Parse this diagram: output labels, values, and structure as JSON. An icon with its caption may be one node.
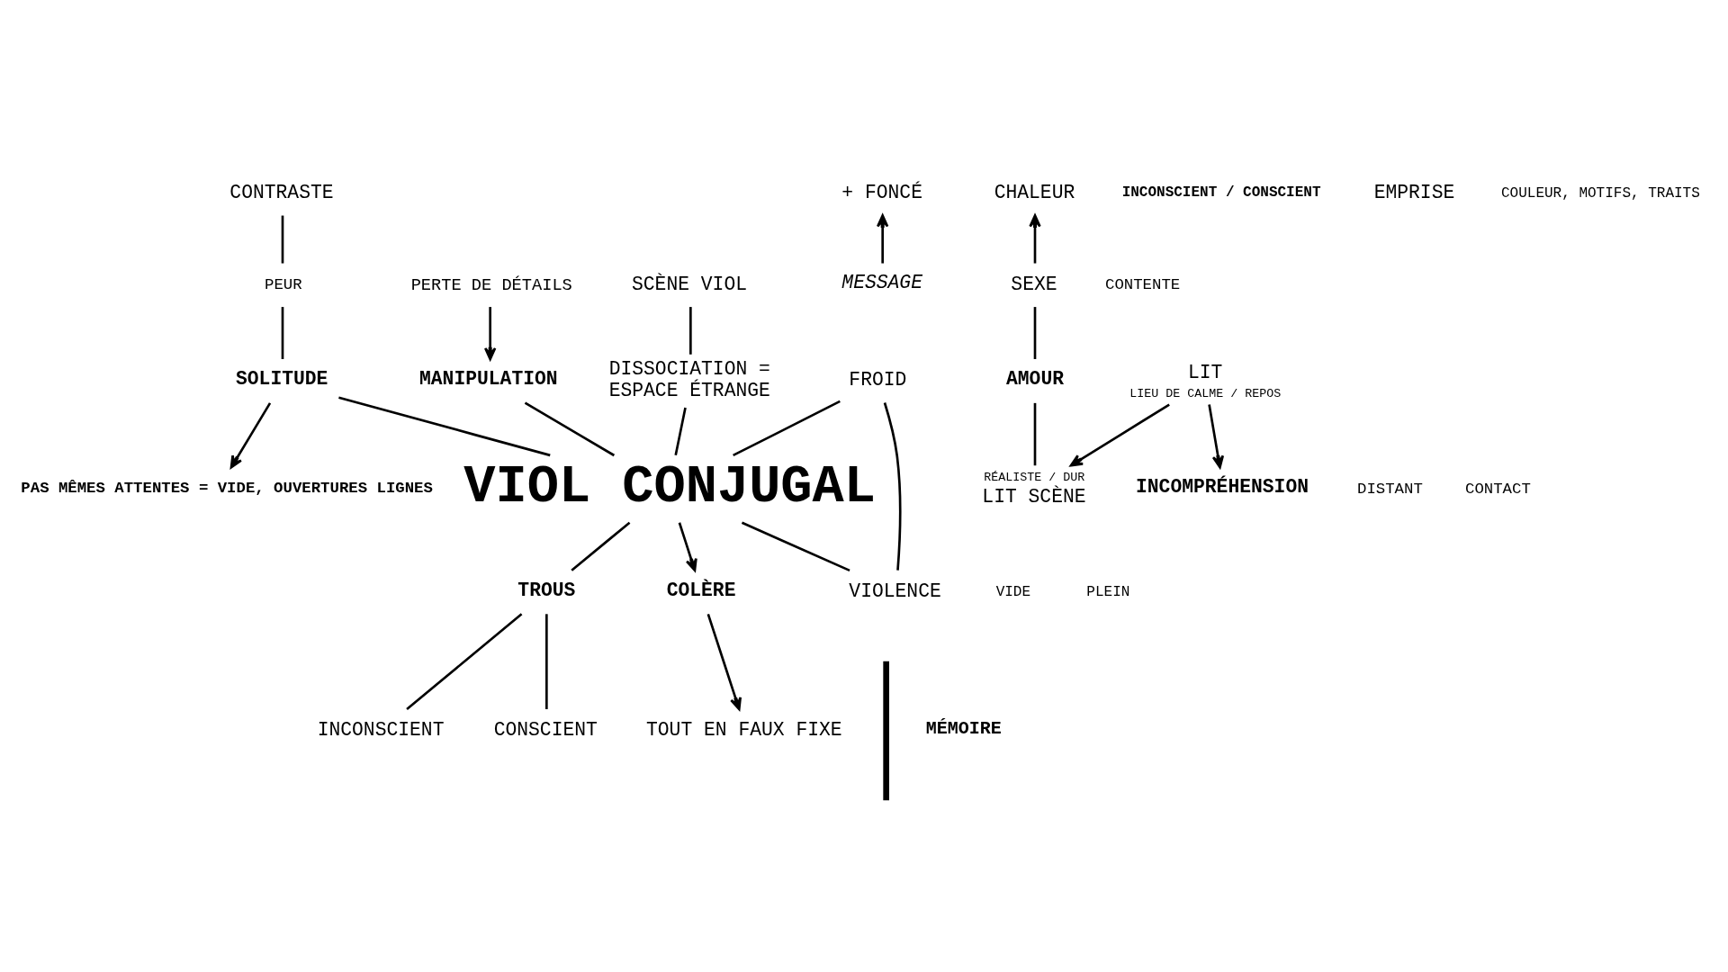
{
  "diagram": {
    "nodes": [
      {
        "text": [
          "CONTRASTE"
        ]
      },
      {
        "text": [
          "MANIPULATION"
        ]
      },
      {
        "text": [
          "SCÈNE VIOL"
        ]
      },
      {
        "text": [
          "+ FONCÉ"
        ]
      },
      {
        "text": [
          "PERTE DE DÉTAILS"
        ]
      },
      {
        "text": [
          "PEUR"
        ]
      },
      {
        "text": [
          "PAS MÊMES ATTENTES = VIDE, OUVERTURES LIGNES"
        ]
      },
      {
        "text": [
          "SOLITUDE"
        ]
      },
      {
        "text": [
          "MESSAGE"
        ]
      },
      {
        "text": [
          "DISSOCIATION = ESPACE ÉTRANGE"
        ]
      },
      {
        "text": [
          "FROID"
        ]
      },
      {
        "text": [
          "CHALEUR"
        ]
      },
      {
        "text": [
          "VIOL CONJUGAL"
        ]
      },
      {
        "text": [
          "VIOLENCE"
        ]
      },
      {
        "text": [
          "SEXE"
        ]
      },
      {
        "text": [
          "INCOMPRÉHENSION"
        ]
      },
      {
        "text": [
          "LIT"
        ],
        "beside": [
          "LIEU DE CALME / REPOS"
        ]
      },
      {
        "text": [
          "AMOUR"
        ]
      },
      {
        "text": [
          "LIT SCÈNE"
        ],
        "beside": [
          "RÉALISTE / DUR"
        ]
      },
      {
        "text": [
          "INCONSCIENT"
        ]
      },
      {
        "text": [
          "TROUS"
        ]
      },
      {
        "text": [
          "COLÈRE"
        ]
      },
      {
        "text": [
          "CONSCIENT"
        ]
      },
      {
        "text": [
          "TOUT EN FAUX FIXE"
        ]
      }
    ],
    "edges": [
      {
        "from": 2,
        "to": 9,
        "arrow": "none"
      },
      {
        "from": 9,
        "to": 12,
        "arrow": "none"
      },
      {
        "from": 0,
        "to": 5,
        "arrow": "none"
      },
      {
        "from": 5,
        "to": 7,
        "arrow": "none"
      },
      {
        "from": 7,
        "to": 6,
        "arrow": "to"
      },
      {
        "from": 7,
        "to": 12,
        "arrow": "none"
      },
      {
        "from": 4,
        "to": 1,
        "arrow": "to"
      },
      {
        "from": 1,
        "to": 12,
        "arrow": "none"
      },
      {
        "from": 8,
        "to": 3,
        "arrow": "to"
      },
      {
        "from": 10,
        "to": 12,
        "arrow": "none"
      },
      {
        "from": 10,
        "to": 13,
        "arrow": "none"
      },
      {
        "from": 12,
        "to": 13,
        "arrow": "none"
      },
      {
        "from": 14,
        "to": 11,
        "arrow": "to"
      },
      {
        "from": 14,
        "to": 17,
        "arrow": "none"
      },
      {
        "from": 17,
        "to": 18,
        "arrow": "none"
      },
      {
        "from": 16,
        "to": 15,
        "arrow": "to"
      },
      {
        "from": 16,
        "to": 18,
        "arrow": "to"
      },
      {
        "from": 12,
        "to": 21,
        "arrow": "to"
      },
      {
        "from": 21,
        "to": 23,
        "arrow": "to"
      },
      {
        "from": 12,
        "to": 20,
        "arrow": "none"
      },
      {
        "from": 20,
        "to": 19,
        "arrow": "none"
      },
      {
        "from": 20,
        "to": 22,
        "arrow": "none"
      }
    ],
    "labels": [
      "INCONSCIENT / CONSCIENT",
      "CONTENTE",
      "EMPRISE",
      "COULEUR, MOTIFS, TRAITS",
      "DISTANT",
      "CONTACT",
      "VIDE",
      "PLEIN",
      "MÉMOIRE"
    ]
  }
}
